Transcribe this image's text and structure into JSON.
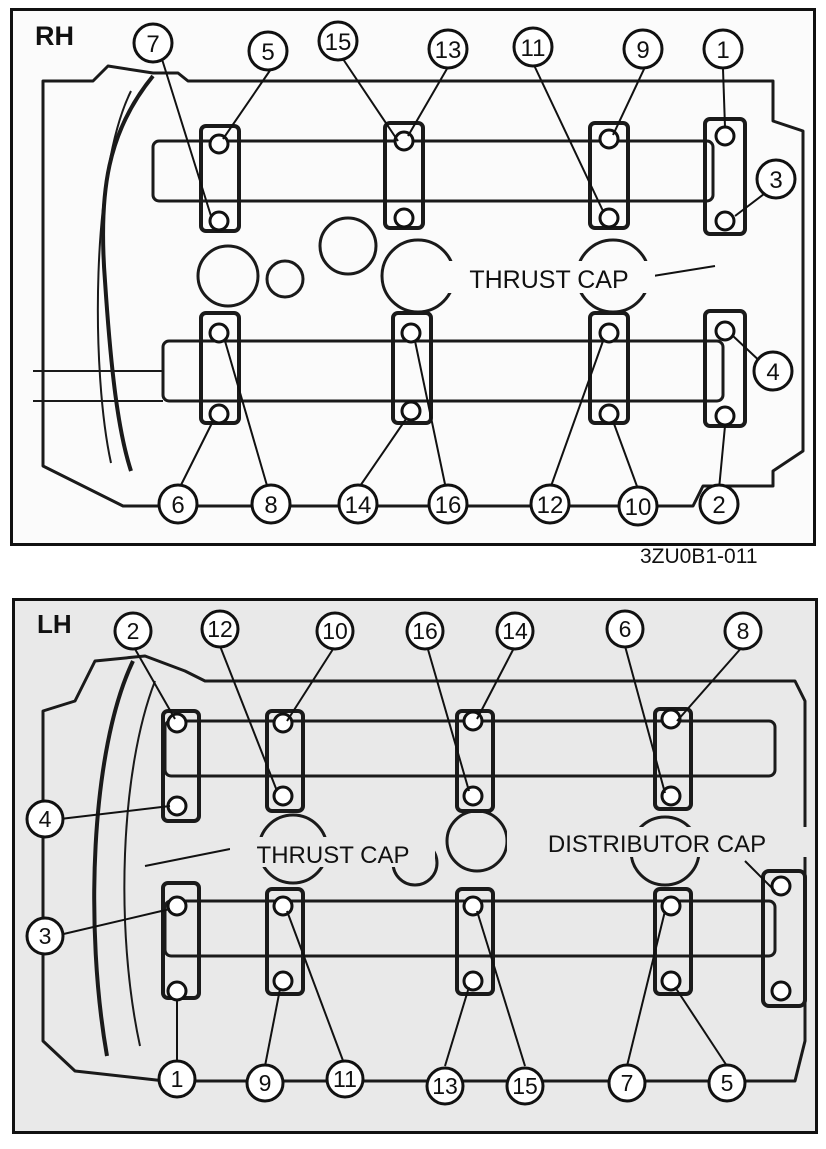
{
  "rh": {
    "side_label": "RH",
    "callout_label": "THRUST CAP",
    "cap_numbers": [
      "7",
      "5",
      "15",
      "13",
      "11",
      "9",
      "1",
      "3",
      "4",
      "6",
      "8",
      "14",
      "16",
      "12",
      "10",
      "2"
    ]
  },
  "figure_code": "3ZU0B1-011",
  "lh": {
    "side_label": "LH",
    "callout_thrust": "THRUST CAP",
    "callout_distributor": "DISTRIBUTOR CAP",
    "cap_numbers": [
      "2",
      "12",
      "10",
      "16",
      "14",
      "6",
      "8",
      "4",
      "3",
      "1",
      "9",
      "11",
      "13",
      "15",
      "7",
      "5"
    ]
  }
}
